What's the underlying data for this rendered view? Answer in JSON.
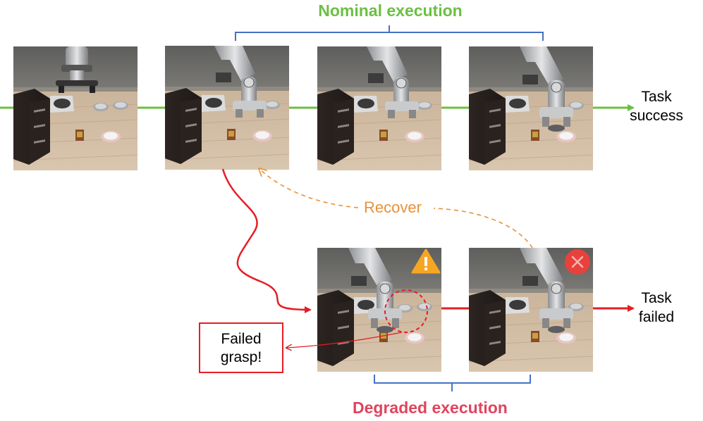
{
  "labels": {
    "nominal_execution": "Nominal execution",
    "degraded_execution": "Degraded execution",
    "recover": "Recover",
    "task_success_line1": "Task",
    "task_success_line2": "success",
    "task_failed_line1": "Task",
    "task_failed_line2": "failed",
    "failed_grasp_line1": "Failed",
    "failed_grasp_line2": "grasp!"
  },
  "colors": {
    "nominal": "#6cbf43",
    "degraded": "#e0445d",
    "failure_path": "#e51e25",
    "recover": "#e8913a",
    "bracket": "#4472c4",
    "warning": "#f5a623",
    "error": "#e8413c"
  },
  "icons": {
    "warning": "warning-triangle-icon",
    "error": "error-x-icon"
  },
  "frames": [
    {
      "id": "frame-1",
      "row": "nominal",
      "step": 1
    },
    {
      "id": "frame-2",
      "row": "nominal",
      "step": 2
    },
    {
      "id": "frame-3",
      "row": "nominal",
      "step": 3
    },
    {
      "id": "frame-4",
      "row": "nominal",
      "step": 4
    },
    {
      "id": "frame-5",
      "row": "degraded",
      "step": 3,
      "status": "warning"
    },
    {
      "id": "frame-6",
      "row": "degraded",
      "step": 4,
      "status": "error"
    }
  ]
}
